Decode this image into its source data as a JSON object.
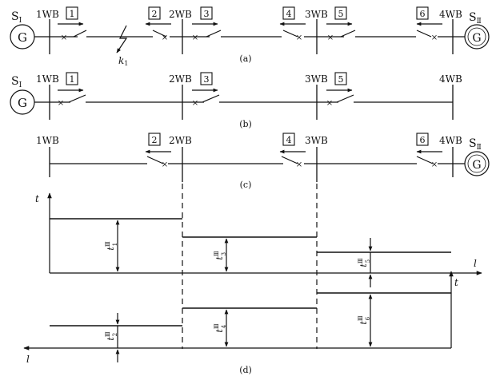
{
  "sources": {
    "left": {
      "name": "S",
      "sub": "Ⅰ",
      "glyph": "G"
    },
    "right": {
      "name": "S",
      "sub": "Ⅱ",
      "glyph": "G"
    }
  },
  "buses": [
    "1WB",
    "2WB",
    "3WB",
    "4WB"
  ],
  "protections": [
    "1",
    "2",
    "3",
    "4",
    "5",
    "6"
  ],
  "fault": {
    "label": "k",
    "sub": "1"
  },
  "captions": {
    "a": "(a)",
    "b": "(b)",
    "c": "(c)",
    "d": "(d)"
  },
  "axes": {
    "t": "t",
    "l": "l"
  },
  "delays": {
    "t1": {
      "main": "t",
      "sup": "Ⅲ",
      "sub": "1"
    },
    "t3": {
      "main": "t",
      "sup": "Ⅲ",
      "sub": "3"
    },
    "t5": {
      "main": "t",
      "sup": "Ⅲ",
      "sub": "5"
    },
    "t2": {
      "main": "t",
      "sup": "Ⅲ",
      "sub": "2"
    },
    "t4": {
      "main": "t",
      "sup": "Ⅲ",
      "sub": "4"
    },
    "t6": {
      "main": "t",
      "sup": "Ⅲ",
      "sub": "6"
    }
  }
}
